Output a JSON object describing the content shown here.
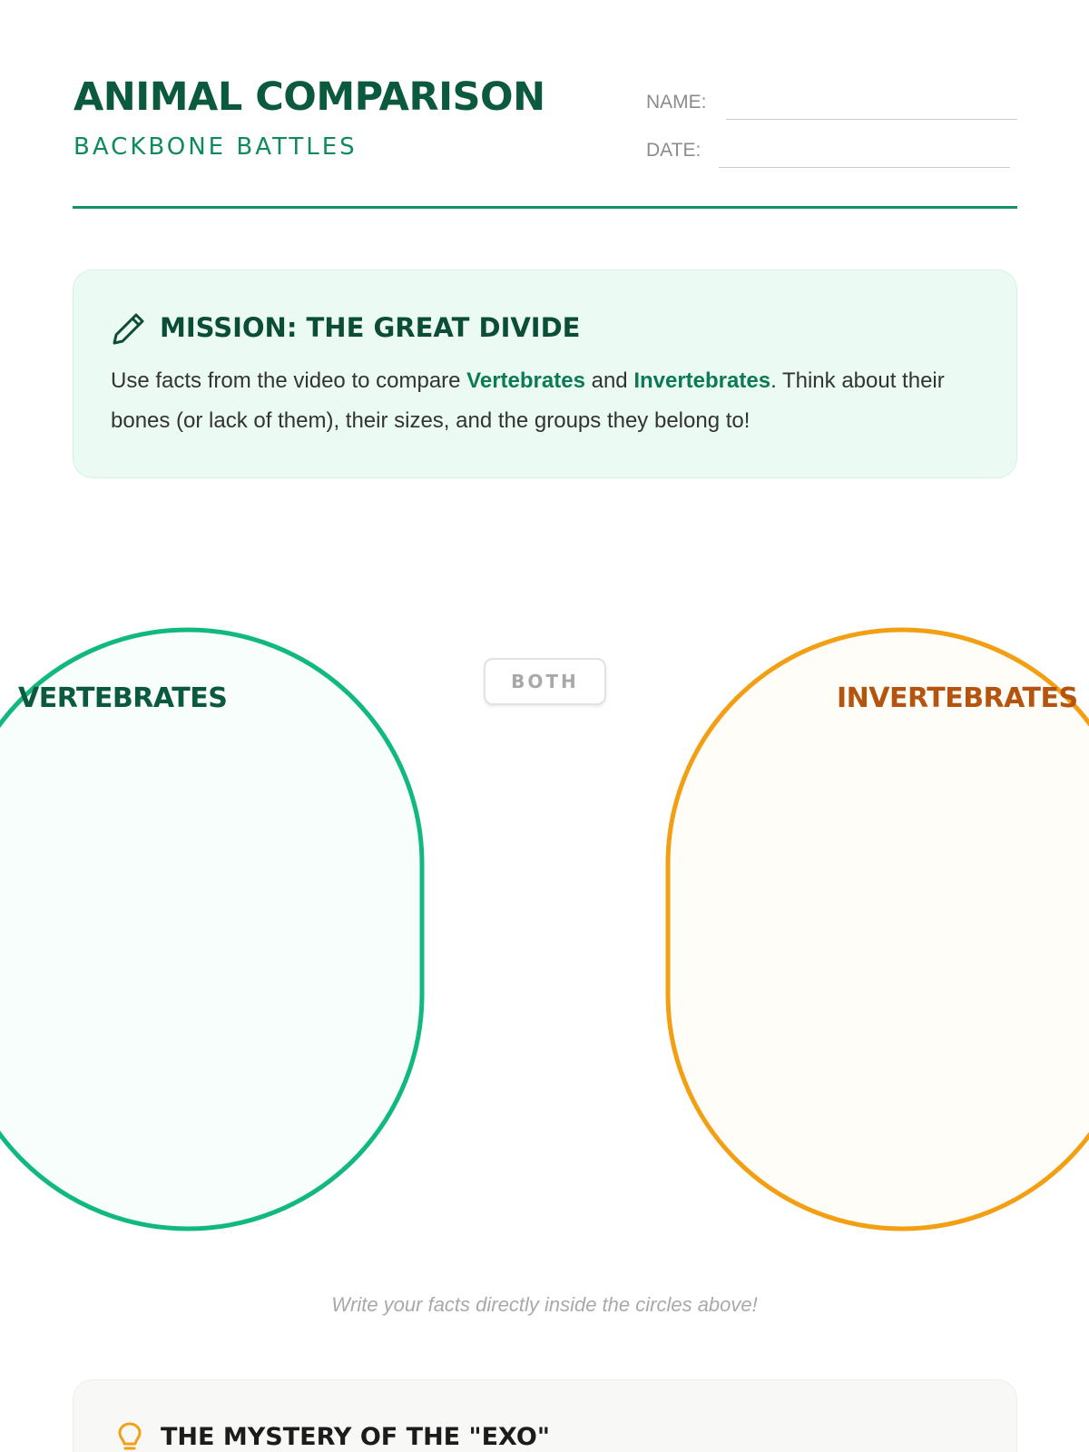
{
  "header": {
    "title": "ANIMAL COMPARISON",
    "subtitle": "BACKBONE BATTLES",
    "name_label": "NAME:",
    "date_label": "DATE:"
  },
  "mission": {
    "icon": "pencil-icon",
    "title": "MISSION: THE GREAT DIVIDE",
    "text_before": "Use facts from the video to compare ",
    "term_1": "Vertebrates",
    "text_middle": " and ",
    "term_2": "Invertebrates",
    "text_after": ". Think about their bones (or lack of them), their sizes, and the groups they belong to!"
  },
  "venn": {
    "left_label": "VERTEBRATES",
    "center_label": "BOTH",
    "right_label": "INVERTEBRATES",
    "colors": {
      "left": "#12b97f",
      "right": "#f29f14"
    }
  },
  "footnote": "Write your facts directly inside the circles above!",
  "exo": {
    "icon": "lightbulb-icon",
    "title": "THE MYSTERY OF THE \"EXO\""
  }
}
